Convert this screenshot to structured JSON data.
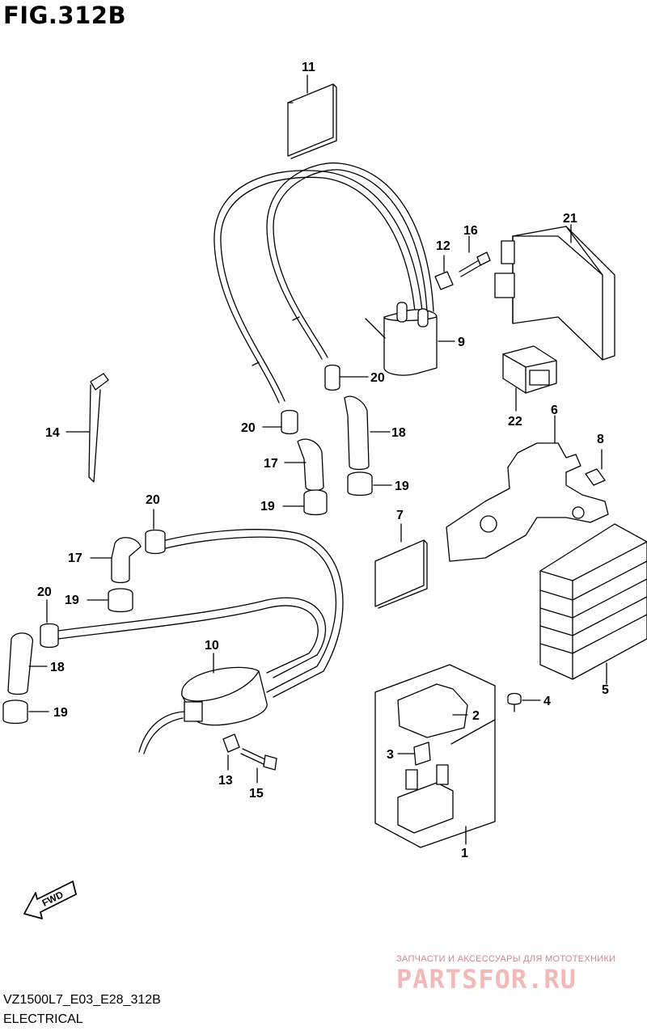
{
  "header": {
    "figure_title": "FIG.312B"
  },
  "footer": {
    "model_code": "VZ1500L7_E03_E28_312B",
    "section": "ELECTRICAL"
  },
  "fwd_label": "FWD",
  "watermark": {
    "tagline": "ЗАПЧАСТИ И АКСЕССУАРЫ ДЛЯ МОТОТЕХНИКИ",
    "brand": "PARTSFOR.RU"
  },
  "callouts": [
    "1",
    "2",
    "3",
    "4",
    "5",
    "6",
    "7",
    "8",
    "9",
    "10",
    "11",
    "12",
    "13",
    "14",
    "15",
    "16",
    "17",
    "18",
    "19",
    "20",
    "21",
    "22"
  ],
  "colors": {
    "line": "#000000",
    "watermark": "#f2b9b9"
  }
}
